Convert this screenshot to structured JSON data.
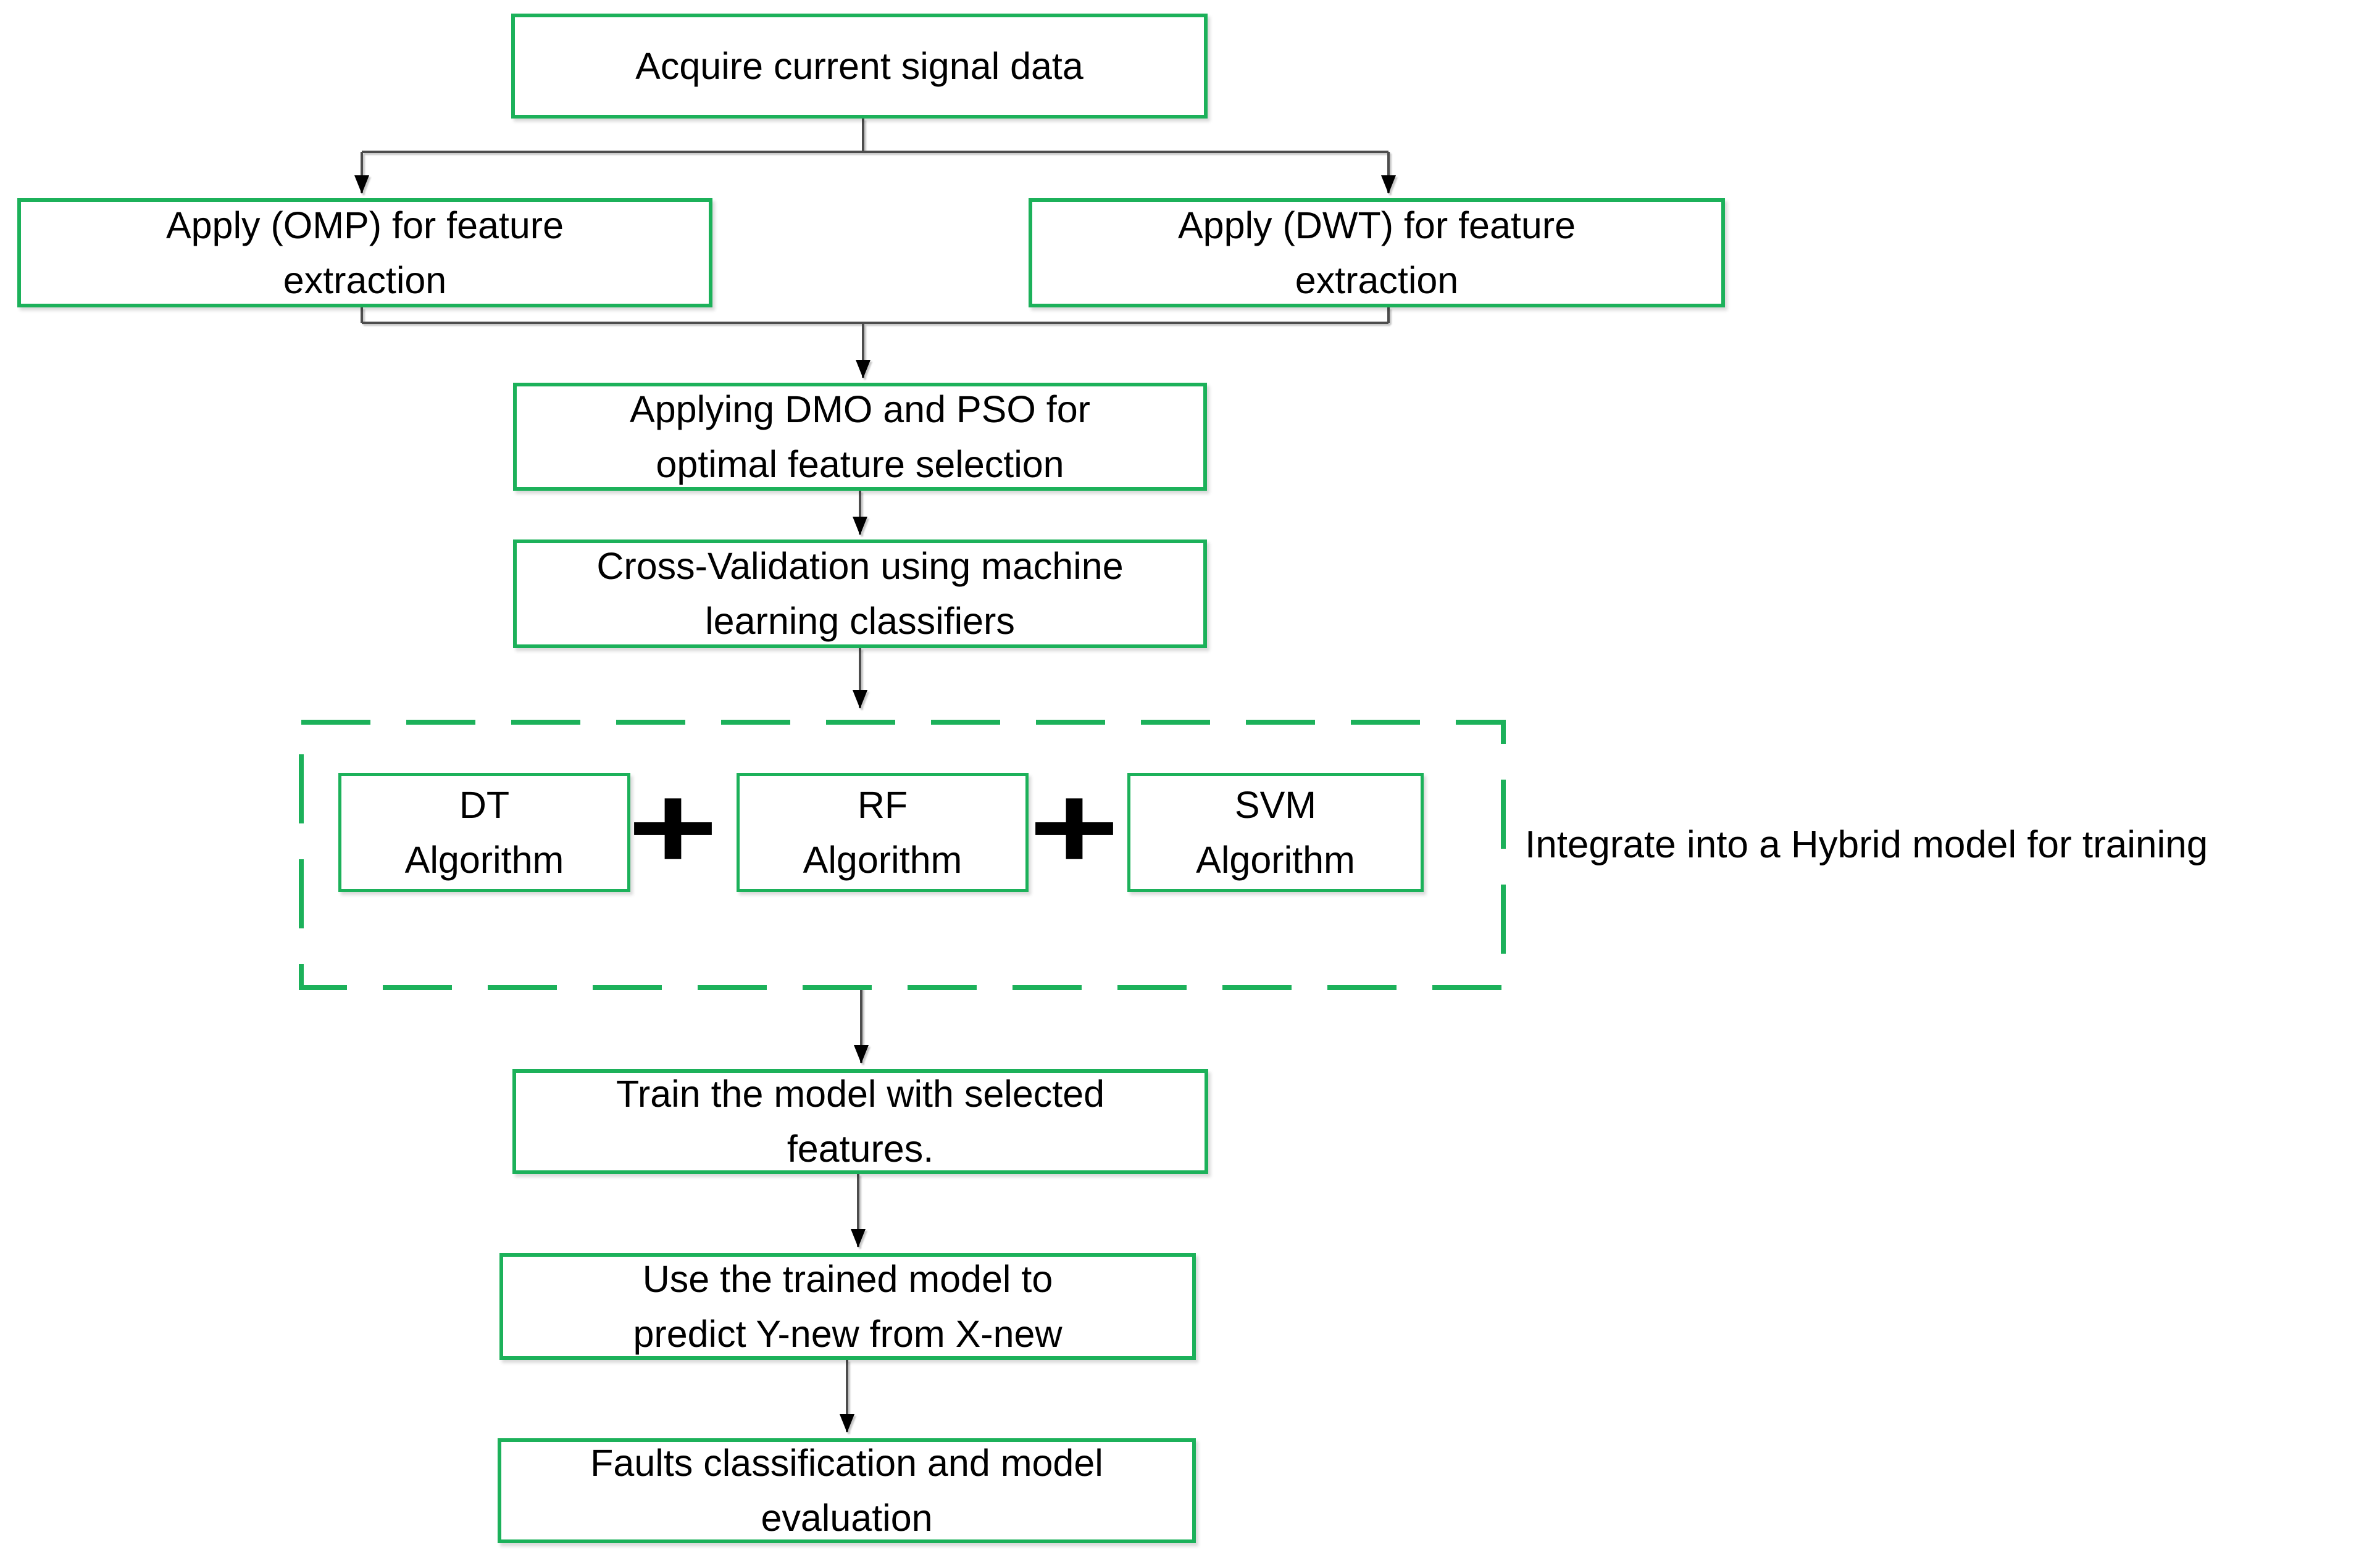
{
  "colors": {
    "box_border_green": "#1cb15a",
    "dashed_group_border_green": "#1cb15a",
    "connector_gray": "#4d4d4d",
    "arrowhead_black": "#000000",
    "text_black": "#000000",
    "background_white": "#ffffff"
  },
  "flowchart": {
    "nodes": {
      "acquire": {
        "lines": [
          "Acquire current signal data"
        ]
      },
      "omp": {
        "lines": [
          "Apply (OMP) for feature",
          "extraction"
        ]
      },
      "dwt": {
        "lines": [
          "Apply (DWT) for feature",
          "extraction"
        ]
      },
      "dmo_pso": {
        "lines": [
          "Applying DMO and PSO for",
          "optimal feature selection"
        ]
      },
      "cross_validation": {
        "lines": [
          "Cross-Validation using machine",
          "learning classifiers"
        ]
      },
      "dt": {
        "lines": [
          "DT",
          "Algorithm"
        ]
      },
      "rf": {
        "lines": [
          "RF",
          "Algorithm"
        ]
      },
      "svm": {
        "lines": [
          "SVM",
          "Algorithm"
        ]
      },
      "train": {
        "lines": [
          "Train the model with selected",
          "features."
        ]
      },
      "predict": {
        "lines": [
          "Use the trained model to",
          "predict Y-new from X-new"
        ]
      },
      "faults": {
        "lines": [
          "Faults classification and model",
          "evaluation"
        ]
      }
    },
    "operators": {
      "plus": "+"
    },
    "annotations": {
      "hybrid_group_label": "Integrate into a Hybrid model for training"
    },
    "hybrid_group": {
      "members": [
        "dt",
        "rf",
        "svm"
      ],
      "combination_operator": "+"
    },
    "edges": [
      {
        "from": "acquire",
        "to": "omp"
      },
      {
        "from": "acquire",
        "to": "dwt"
      },
      {
        "from": "omp",
        "to": "dmo_pso"
      },
      {
        "from": "dwt",
        "to": "dmo_pso"
      },
      {
        "from": "dmo_pso",
        "to": "cross_validation"
      },
      {
        "from": "cross_validation",
        "to": "hybrid_group"
      },
      {
        "from": "hybrid_group",
        "to": "train"
      },
      {
        "from": "train",
        "to": "predict"
      },
      {
        "from": "predict",
        "to": "faults"
      }
    ]
  }
}
